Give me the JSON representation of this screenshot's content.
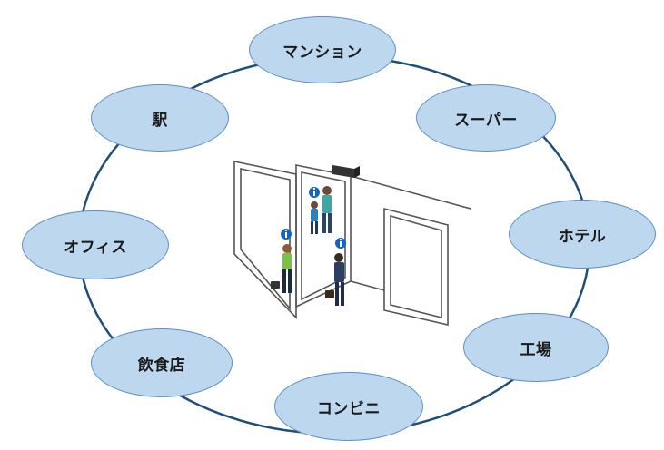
{
  "colors": {
    "node_fill": "#bdd7ee",
    "node_border": "#5b8fc7",
    "ring": "#1f4e79",
    "info_icon": "#1565c0",
    "sensor": "#333333"
  },
  "nodes": [
    {
      "id": "mansion",
      "label": "マンション"
    },
    {
      "id": "supermarket",
      "label": "スーパー"
    },
    {
      "id": "hotel",
      "label": "ホテル"
    },
    {
      "id": "factory",
      "label": "工場"
    },
    {
      "id": "convenience-store",
      "label": "コンビニ"
    },
    {
      "id": "restaurant",
      "label": "飲食店"
    },
    {
      "id": "office",
      "label": "オフィス"
    },
    {
      "id": "station",
      "label": "駅"
    }
  ],
  "center": {
    "icons": [
      "automatic-door-icon",
      "door-sensor-icon",
      "info-icon",
      "person-icon"
    ]
  }
}
